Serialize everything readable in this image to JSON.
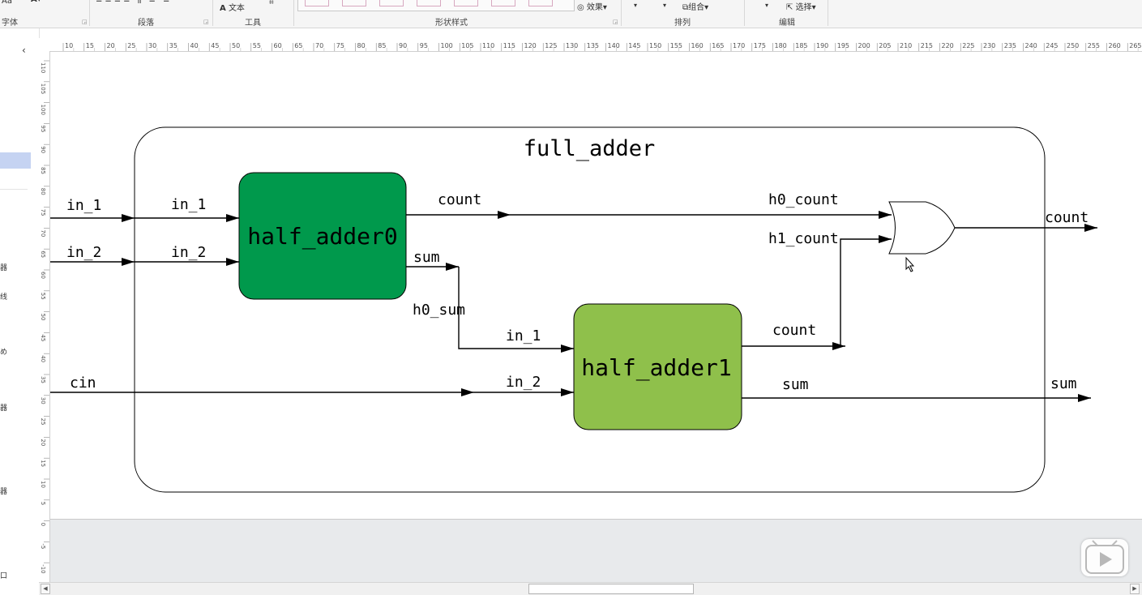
{
  "ribbon": {
    "font_group_label": "字体",
    "font_size_value": "Aa",
    "paragraph_group_label": "段落",
    "tools_group_label": "工具",
    "text_tool_label": "文本",
    "shape_styles_group_label": "形状样式",
    "effects_label": "效果",
    "arrange_group_label": "排列",
    "group_label": "组合",
    "edit_group_label": "编辑",
    "select_label": "选择"
  },
  "left_panel": {
    "collapse_glyph": "‹",
    "items": [
      "器",
      "线",
      "め",
      "器",
      "器",
      "口"
    ]
  },
  "rulers": {
    "top_ticks": [
      "10",
      "15",
      "20",
      "25",
      "30",
      "35",
      "40",
      "45",
      "50",
      "55",
      "60",
      "65",
      "70",
      "75",
      "80",
      "85",
      "90",
      "95",
      "100",
      "105",
      "110",
      "115",
      "120",
      "125",
      "130",
      "135",
      "140",
      "145",
      "150",
      "155",
      "160",
      "165",
      "170",
      "175",
      "180",
      "185",
      "190",
      "195",
      "200",
      "205",
      "210",
      "215",
      "220",
      "225",
      "230",
      "235",
      "240",
      "245",
      "250",
      "255",
      "260",
      "265"
    ],
    "left_ticks": [
      "110",
      "105",
      "100",
      "95",
      "90",
      "85",
      "80",
      "75",
      "70",
      "65",
      "60",
      "55",
      "50",
      "45",
      "40",
      "35",
      "30",
      "25",
      "20",
      "15",
      "10",
      "5",
      "0",
      "-5",
      "-10"
    ]
  },
  "diagram": {
    "outer_title": "full_adder",
    "ha0": {
      "label": "half_adder0",
      "color": "#00994c"
    },
    "ha1": {
      "label": "half_adder1",
      "color": "#8fc04b"
    },
    "labels": {
      "top_in1": "in_1",
      "top_in2": "in_2",
      "top_cin": "cin",
      "ha0_in1": "in_1",
      "ha0_in2": "in_2",
      "ha0_count": "count",
      "ha0_sum": "sum",
      "h0_sum": "h0_sum",
      "ha1_in1": "in_1",
      "ha1_in2": "in_2",
      "ha1_count": "count",
      "ha1_sum": "sum",
      "h0_count": "h0_count",
      "h1_count": "h1_count",
      "out_count": "count",
      "out_sum": "sum"
    }
  },
  "video_overlay": {
    "play_icon": "play-icon"
  }
}
